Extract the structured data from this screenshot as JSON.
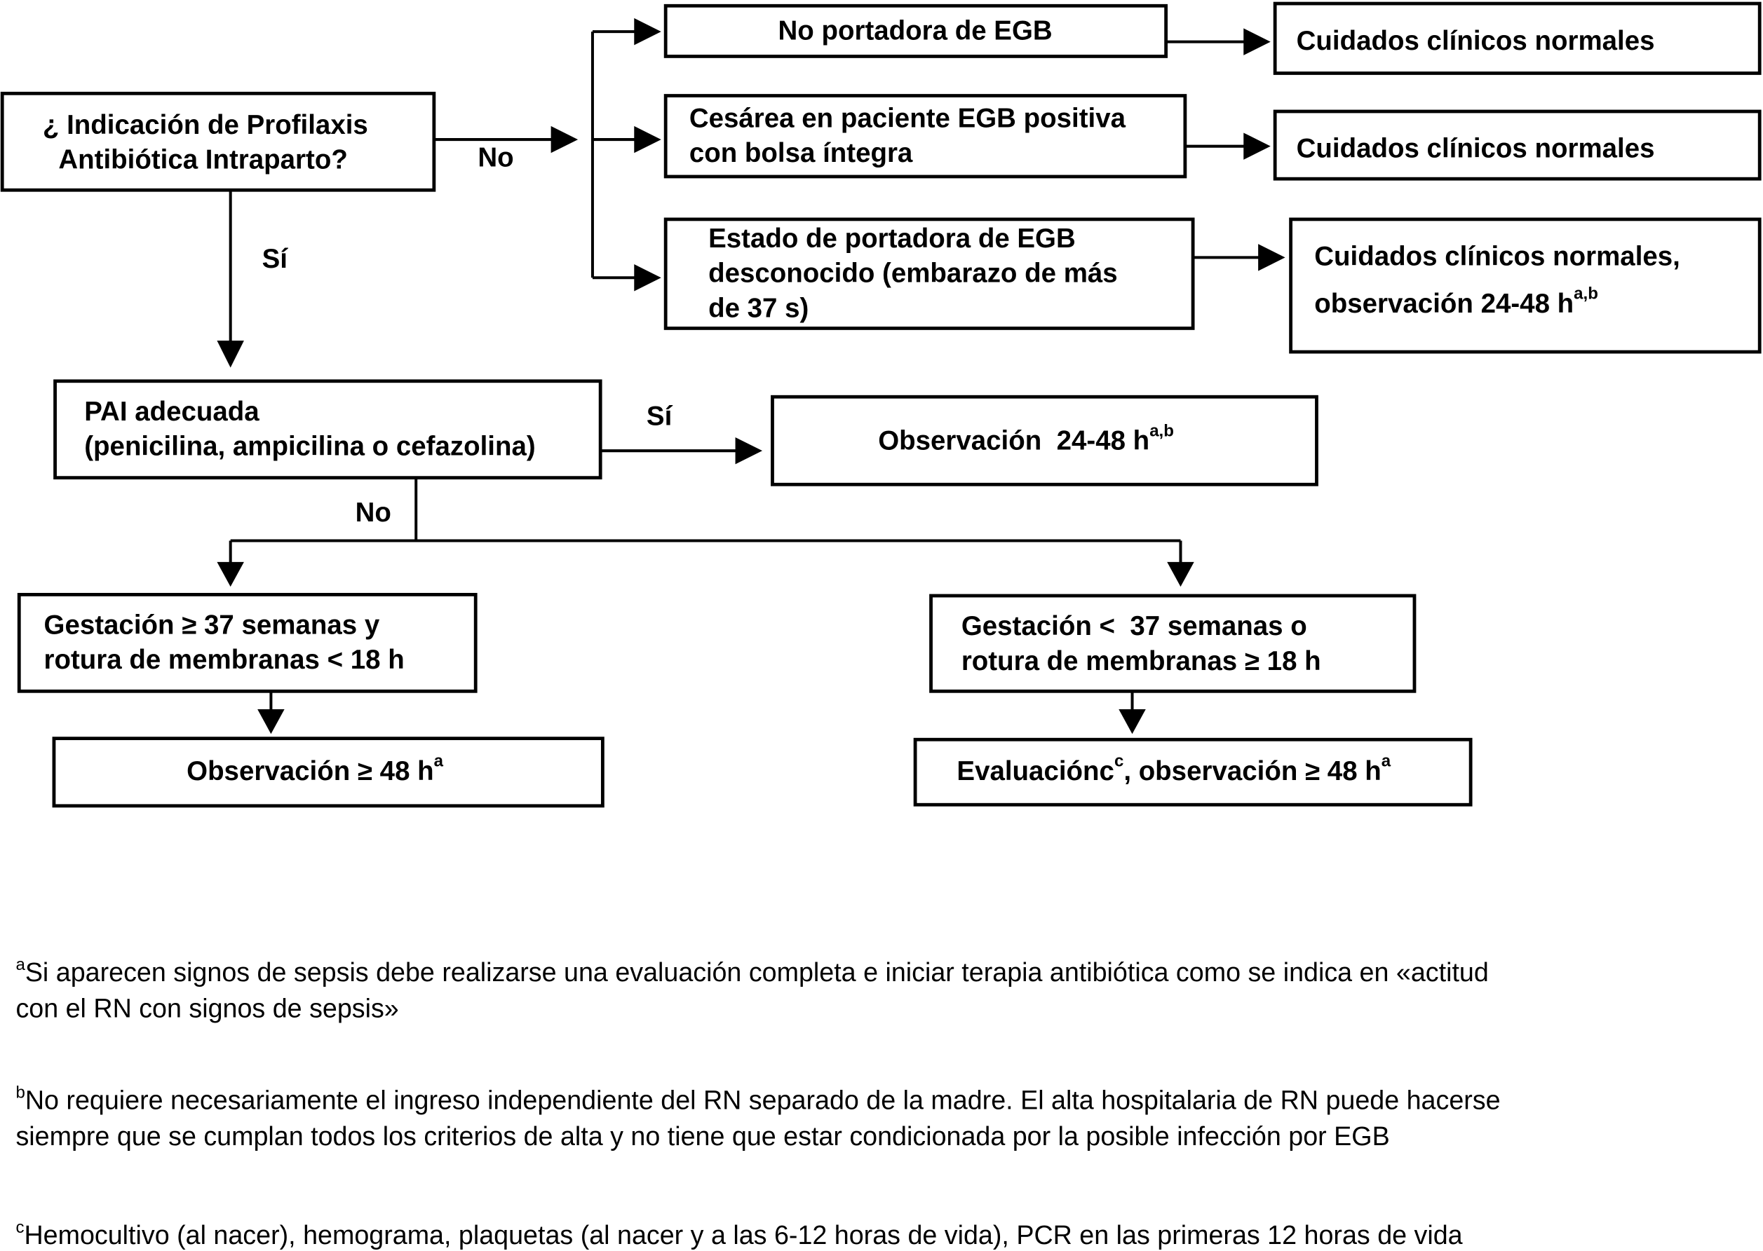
{
  "nodes": {
    "question": {
      "lines": [
        "¿ Indicación de Profilaxis",
        "Antibiótica Intraparto?"
      ]
    },
    "no_portadora": {
      "text": "No portadora de EGB"
    },
    "cuidados1": {
      "text": "Cuidados clínicos normales"
    },
    "cesarea": {
      "lines": [
        "Cesárea en paciente EGB positiva",
        "con bolsa íntegra"
      ]
    },
    "cuidados2": {
      "text": "Cuidados clínicos normales"
    },
    "desconocido": {
      "lines": [
        "Estado de portadora de EGB",
        "desconocido (embarazo de más",
        "de 37 s)"
      ]
    },
    "cuidados3": {
      "line1": "Cuidados clínicos normales,",
      "line2": "observación 24-48 h",
      "sup": "a,b"
    },
    "pai": {
      "lines": [
        "PAI adecuada",
        "(penicilina, ampicilina o cefazolina)"
      ]
    },
    "observacion_pai": {
      "text": "Observación  24-48 h",
      "sup": "a,b"
    },
    "gest_ge37": {
      "lines": [
        "Gestación ≥ 37 semanas y",
        "rotura de membranas < 18 h"
      ]
    },
    "obs_ge48": {
      "text": "Observación ≥ 48 h",
      "sup": "a"
    },
    "gest_lt37": {
      "lines": [
        "Gestación <  37 semanas o",
        "rotura de membranas ≥ 18 h"
      ]
    },
    "evaluacion": {
      "text1": "Evaluaciónc",
      "sup1": "c",
      "text2": ", observación ≥ 48 h",
      "sup2": "a"
    }
  },
  "edge_labels": {
    "no_top": "No",
    "si_left": "Sí",
    "si_pai": "Sí",
    "no_pai": "No"
  },
  "footnotes": [
    {
      "mark": "a",
      "lines": [
        "Si aparecen signos de sepsis debe realizarse una evaluación completa e iniciar terapia antibiótica como se indica en «actitud",
        "con el RN con signos de sepsis»"
      ]
    },
    {
      "mark": "b",
      "lines": [
        "No requiere necesariamente el ingreso independiente del RN separado de la madre. El alta hospitalaria de RN puede hacerse",
        "siempre que se cumplan todos los criterios de alta y no tiene que estar condicionada por la posible infección por EGB"
      ]
    },
    {
      "mark": "c",
      "lines": [
        "Hemocultivo (al nacer), hemograma, plaquetas (al nacer y a las 6-12 horas de vida), PCR en las primeras 12 horas de vida"
      ]
    }
  ]
}
